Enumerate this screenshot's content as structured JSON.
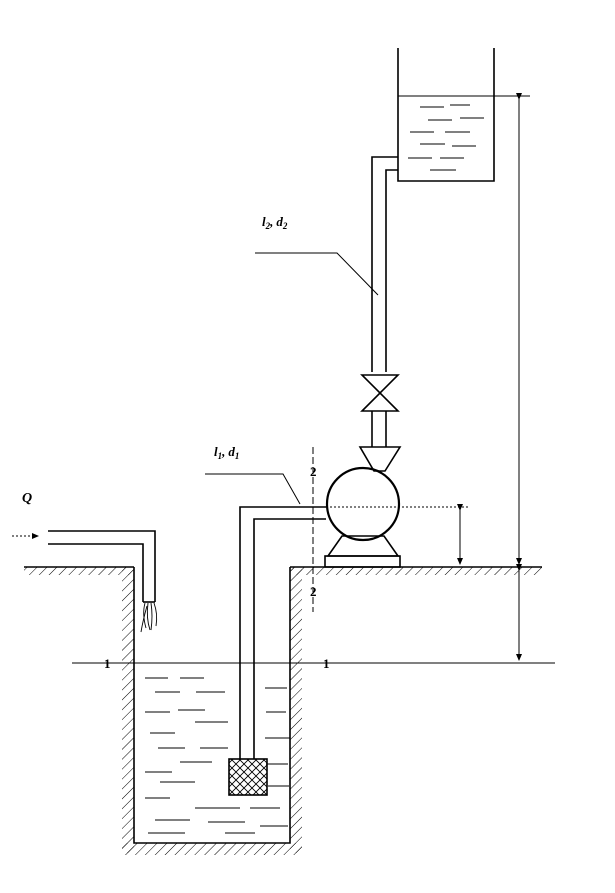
{
  "labels": {
    "flow": "Q",
    "discharge_pipe": "l",
    "discharge_pipe_sub": "2",
    "discharge_pipe_d": "d",
    "discharge_pipe_d_sub": "2",
    "suction_pipe": "l",
    "suction_pipe_sub": "1",
    "suction_pipe_d": "d",
    "suction_pipe_d_sub": "1",
    "section_2_top": "2",
    "section_2_bottom": "2",
    "section_1_left": "1",
    "section_1_right": "1",
    "separator": ","
  },
  "colors": {
    "ink": "#000000",
    "background": "#ffffff"
  }
}
